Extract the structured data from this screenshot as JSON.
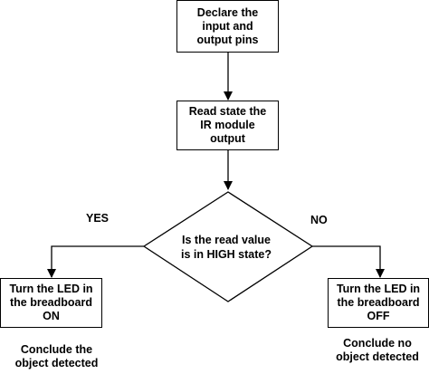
{
  "nodes": {
    "declare": [
      "Declare the",
      "input and",
      "output pins"
    ],
    "read_state": [
      "Read state the",
      "IR module",
      "output"
    ],
    "decision": [
      "Is the read value",
      "is in HIGH state?"
    ],
    "led_on": [
      "Turn the LED in",
      "the breadboard",
      "ON"
    ],
    "led_off": [
      "Turn the LED in",
      "the breadboard",
      "OFF"
    ]
  },
  "edge_labels": {
    "yes": "YES",
    "no": "NO"
  },
  "conclusions": {
    "detected": [
      "Conclude the",
      "object detected"
    ],
    "not_detected": [
      "Conclude no",
      "object detected"
    ]
  }
}
